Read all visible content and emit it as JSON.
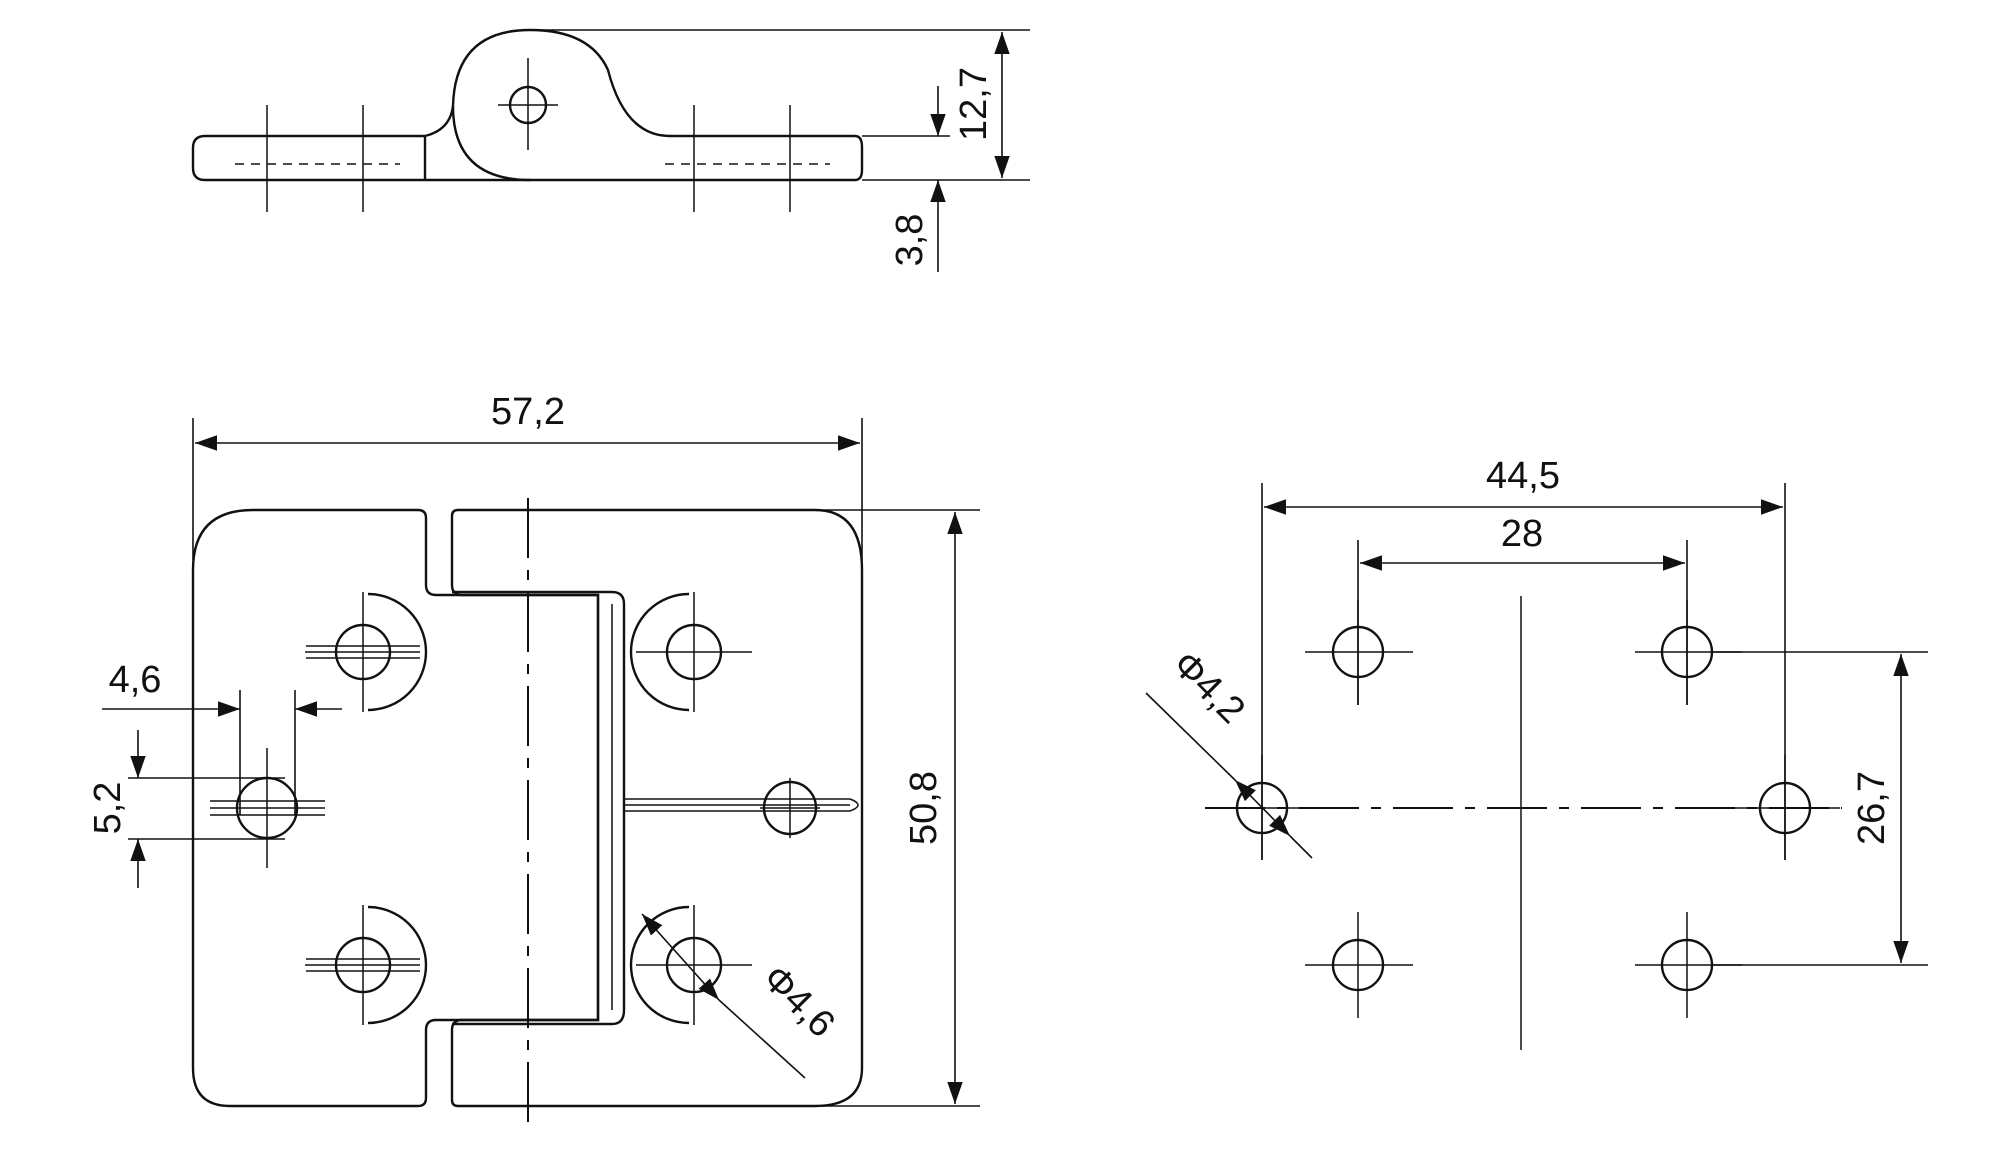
{
  "dimensions": {
    "hinge_width": "57,2",
    "hinge_height": "50,8",
    "profile_height": "12,7",
    "plate_thickness": "3,8",
    "slot_width": "4,6",
    "slot_height": "5,2",
    "countersink_diameter": "Φ4,6",
    "pattern_outer_width": "44,5",
    "pattern_inner_width": "28",
    "pattern_height": "26,7",
    "hole_diameter": "Φ4,2"
  }
}
